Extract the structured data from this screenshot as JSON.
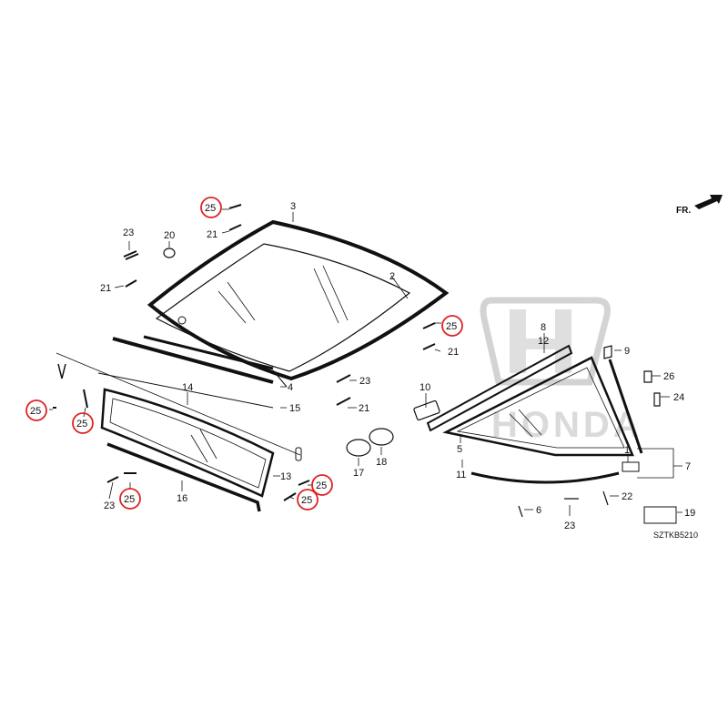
{
  "diagram": {
    "code": "SZTKB5210",
    "direction_label": "FR.",
    "callouts": [
      {
        "id": "c25a",
        "text": "25",
        "highlighted": true
      },
      {
        "id": "c3",
        "text": "3",
        "highlighted": false
      },
      {
        "id": "c23a",
        "text": "23",
        "highlighted": false
      },
      {
        "id": "c20",
        "text": "20",
        "highlighted": false
      },
      {
        "id": "c21a",
        "text": "21",
        "highlighted": false
      },
      {
        "id": "c21b",
        "text": "21",
        "highlighted": false
      },
      {
        "id": "c2",
        "text": "2",
        "highlighted": false
      },
      {
        "id": "c8",
        "text": "8",
        "highlighted": false
      },
      {
        "id": "c12",
        "text": "12",
        "highlighted": false
      },
      {
        "id": "c25b",
        "text": "25",
        "highlighted": true
      },
      {
        "id": "c21c",
        "text": "21",
        "highlighted": false
      },
      {
        "id": "c9",
        "text": "9",
        "highlighted": false
      },
      {
        "id": "c23b",
        "text": "23",
        "highlighted": false
      },
      {
        "id": "c4",
        "text": "4",
        "highlighted": false
      },
      {
        "id": "c14",
        "text": "14",
        "highlighted": false
      },
      {
        "id": "c15",
        "text": "15",
        "highlighted": false
      },
      {
        "id": "c21d",
        "text": "21",
        "highlighted": false
      },
      {
        "id": "c10",
        "text": "10",
        "highlighted": false
      },
      {
        "id": "c26",
        "text": "26",
        "highlighted": false
      },
      {
        "id": "c24",
        "text": "24",
        "highlighted": false
      },
      {
        "id": "c25c",
        "text": "25",
        "highlighted": true
      },
      {
        "id": "c25d",
        "text": "25",
        "highlighted": true
      },
      {
        "id": "c5",
        "text": "5",
        "highlighted": false
      },
      {
        "id": "c1",
        "text": "1",
        "highlighted": false
      },
      {
        "id": "c7",
        "text": "7",
        "highlighted": false
      },
      {
        "id": "c17",
        "text": "17",
        "highlighted": false
      },
      {
        "id": "c18",
        "text": "18",
        "highlighted": false
      },
      {
        "id": "c11",
        "text": "11",
        "highlighted": false
      },
      {
        "id": "c13",
        "text": "13",
        "highlighted": false
      },
      {
        "id": "c25e",
        "text": "25",
        "highlighted": true
      },
      {
        "id": "c16",
        "text": "16",
        "highlighted": false
      },
      {
        "id": "c25f",
        "text": "25",
        "highlighted": true
      },
      {
        "id": "c25g",
        "text": "25",
        "highlighted": true
      },
      {
        "id": "c23c",
        "text": "23",
        "highlighted": false
      },
      {
        "id": "c6",
        "text": "6",
        "highlighted": false
      },
      {
        "id": "c23d",
        "text": "23",
        "highlighted": false
      },
      {
        "id": "c22",
        "text": "22",
        "highlighted": false
      },
      {
        "id": "c19",
        "text": "19",
        "highlighted": false
      }
    ],
    "highlight_color": "#e02020",
    "line_color": "#111111",
    "watermark_color": "#d6d6d6"
  }
}
